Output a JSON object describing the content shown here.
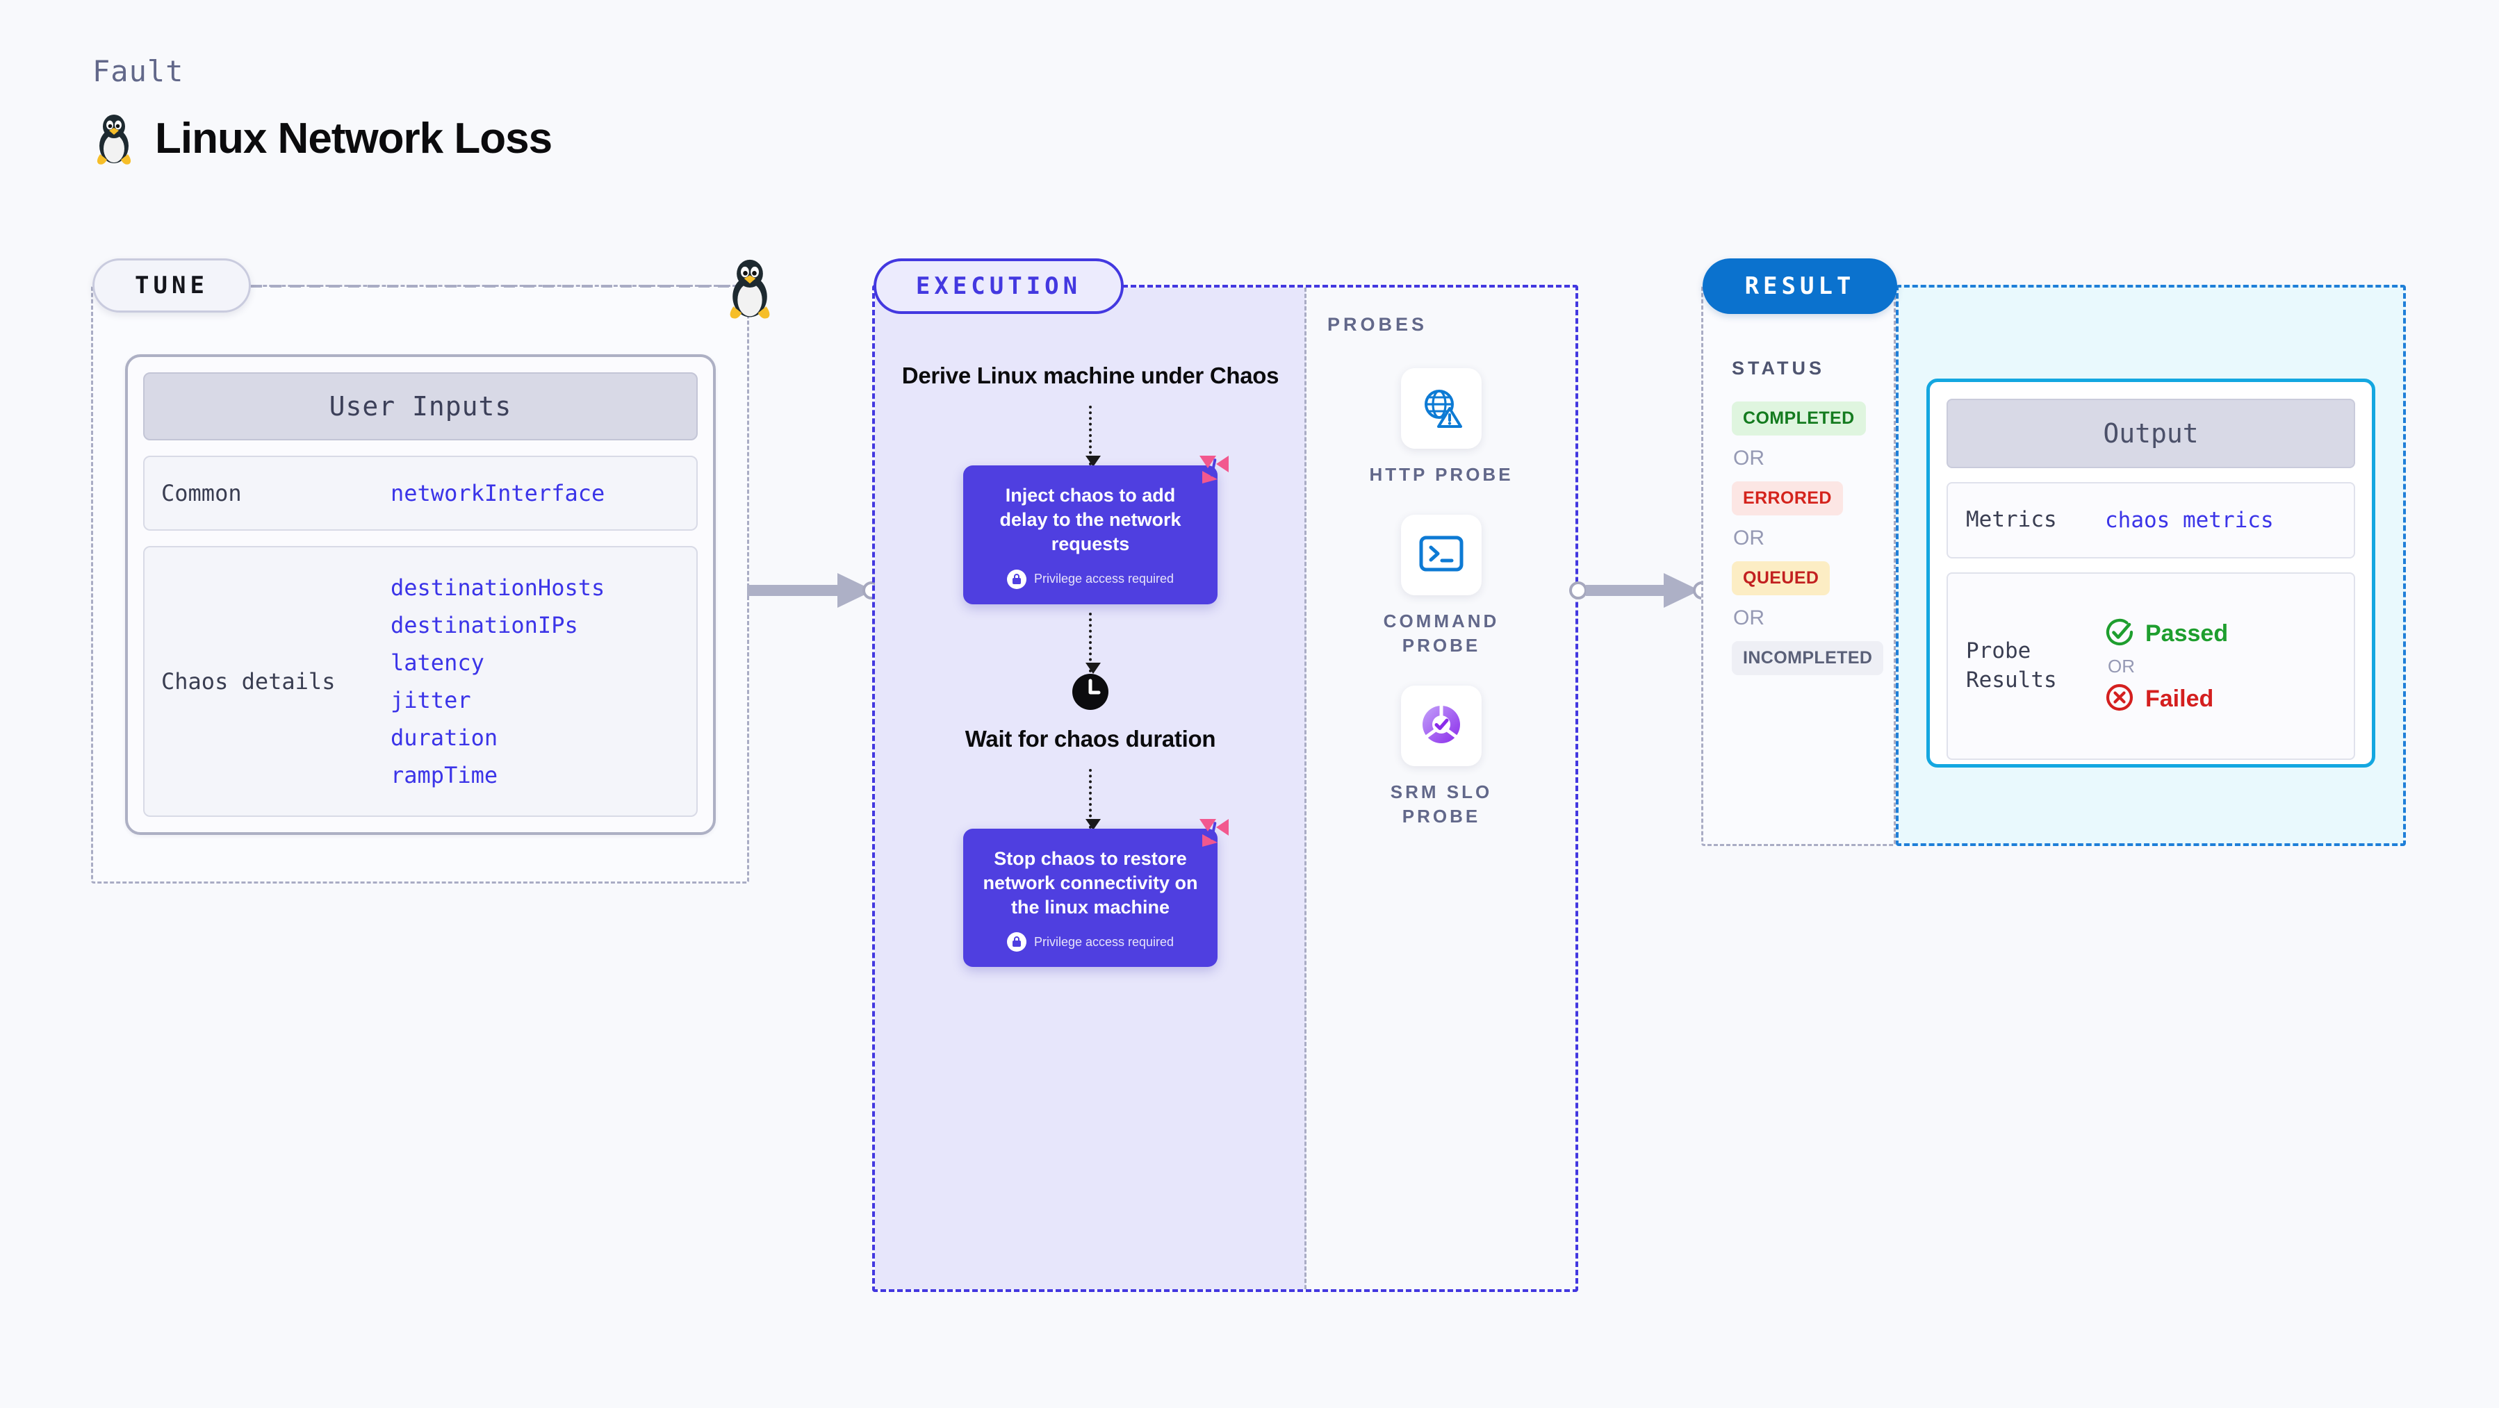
{
  "header": {
    "eyebrow": "Fault",
    "title": "Linux Network Loss",
    "icon": "tux-penguin-icon"
  },
  "tune": {
    "pill_label": "TUNE",
    "card_title": "User Inputs",
    "groups": [
      {
        "label": "Common",
        "values": [
          "networkInterface"
        ]
      },
      {
        "label": "Chaos details",
        "values": [
          "destinationHosts",
          "destinationIPs",
          "latency",
          "jitter",
          "duration",
          "rampTime"
        ]
      }
    ]
  },
  "execution": {
    "pill_label": "EXECUTION",
    "step_title": "Derive Linux machine under Chaos",
    "cards": [
      {
        "text": "Inject chaos to add delay to the network requests",
        "privilege": "Privilege access required"
      },
      {
        "text": "Stop chaos to restore network connectivity on the linux machine",
        "privilege": "Privilege access required"
      }
    ],
    "wait_step": "Wait for chaos duration"
  },
  "probes": {
    "section_label": "PROBES",
    "items": [
      {
        "name": "HTTP PROBE",
        "icon": "globe-warning-icon"
      },
      {
        "name": "COMMAND PROBE",
        "icon": "terminal-icon"
      },
      {
        "name": "SRM SLO PROBE",
        "icon": "slo-donut-check-icon"
      }
    ]
  },
  "result": {
    "pill_label": "RESULT",
    "status_label": "STATUS",
    "or_label": "OR",
    "statuses": [
      {
        "text": "COMPLETED",
        "color": "#147B1F",
        "bg": "#DFF5DF"
      },
      {
        "text": "ERRORED",
        "color": "#D4231C",
        "bg": "#FCE6E4"
      },
      {
        "text": "QUEUED",
        "color": "#C22020",
        "bg": "#FCEDC4"
      },
      {
        "text": "INCOMPLETED",
        "color": "#5A6078",
        "bg": "#EEEFF5"
      }
    ],
    "output": {
      "title": "Output",
      "metrics_label": "Metrics",
      "metrics_value": "chaos metrics",
      "probe_results_label": "Probe Results",
      "passed": "Passed",
      "failed": "Failed",
      "or_label": "OR"
    }
  },
  "colors": {
    "background": "#F8F9FC",
    "purple_panel": "#E7E6FB",
    "purple_card": "#4F3FE0",
    "accent_blue": "#0B72CE",
    "cyan_border": "#14A7E0",
    "pink_flag": "#F2588E",
    "param_text": "#3B34E8"
  }
}
